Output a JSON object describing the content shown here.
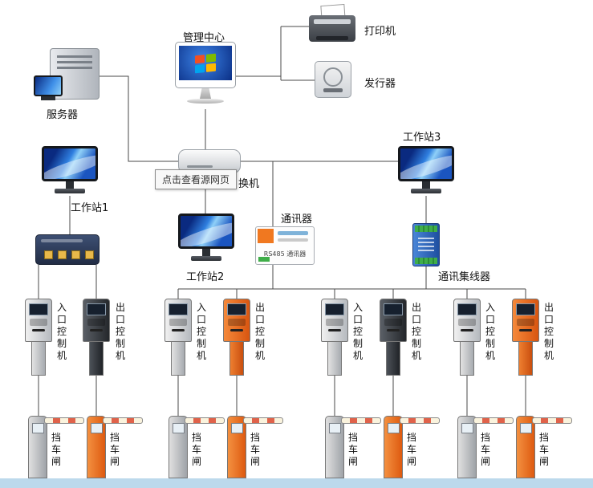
{
  "app": {
    "type": "parking-management-system-topology",
    "language": "zh-CN"
  },
  "colors": {
    "line": "#4a4a4a",
    "accent_orange": "#e8611c",
    "hub_blue": "#2f6bc0",
    "hub_green": "#3fae49",
    "screen_blue": "#1565d8",
    "bottom_strip": "#bcd9ec",
    "win_red": "#f25022",
    "win_green": "#7fba00",
    "win_blue": "#00a4ef",
    "win_yellow": "#ffb900"
  },
  "tooltip": {
    "text": "点击查看源网页"
  },
  "top": {
    "management_center": "管理中心",
    "printer": "打印机",
    "issuer": "发行器",
    "server": "服务器"
  },
  "middle": {
    "workstation1": "工作站1",
    "workstation2": "工作站2",
    "workstation3": "工作站3",
    "switch_visible": "换机",
    "communicator": "通讯器",
    "communicator_device_text": "RS485 通讯器",
    "comm_hub": "通讯集线器"
  },
  "lanes": [
    {
      "entrance": "入口控制机",
      "exit": "出口控制机"
    },
    {
      "entrance": "入口控制机",
      "exit": "出口控制机"
    },
    {
      "entrance": "入口控制机",
      "exit": "出口控制机"
    },
    {
      "entrance": "入口控制机",
      "exit": "出口控制机"
    }
  ],
  "barriers": [
    {
      "label": "挡车闸"
    },
    {
      "label": "挡车闸"
    },
    {
      "label": "挡车闸"
    },
    {
      "label": "挡车闸"
    },
    {
      "label": "挡车闸"
    },
    {
      "label": "挡车闸"
    },
    {
      "label": "挡车闸"
    },
    {
      "label": "挡车闸"
    }
  ],
  "edges": [
    {
      "from": "管理中心",
      "to": "交换机"
    },
    {
      "from": "管理中心",
      "to": "打印机"
    },
    {
      "from": "管理中心",
      "to": "发行器"
    },
    {
      "from": "服务器",
      "to": "交换机"
    },
    {
      "from": "工作站1",
      "to": "网络交换机"
    },
    {
      "from": "交换机",
      "to": "工作站2"
    },
    {
      "from": "交换机",
      "to": "工作站3"
    },
    {
      "from": "交换机",
      "to": "通讯器"
    },
    {
      "from": "工作站3",
      "to": "通讯集线器"
    },
    {
      "from": "通讯器",
      "to": "车道总线"
    },
    {
      "from": "通讯集线器",
      "to": "车道总线"
    },
    {
      "from": "网络交换机",
      "to": "车道1控制机"
    },
    {
      "from": "车道总线",
      "to": "车道2/3/4控制机"
    },
    {
      "from": "控制机",
      "to": "挡车闸"
    }
  ]
}
